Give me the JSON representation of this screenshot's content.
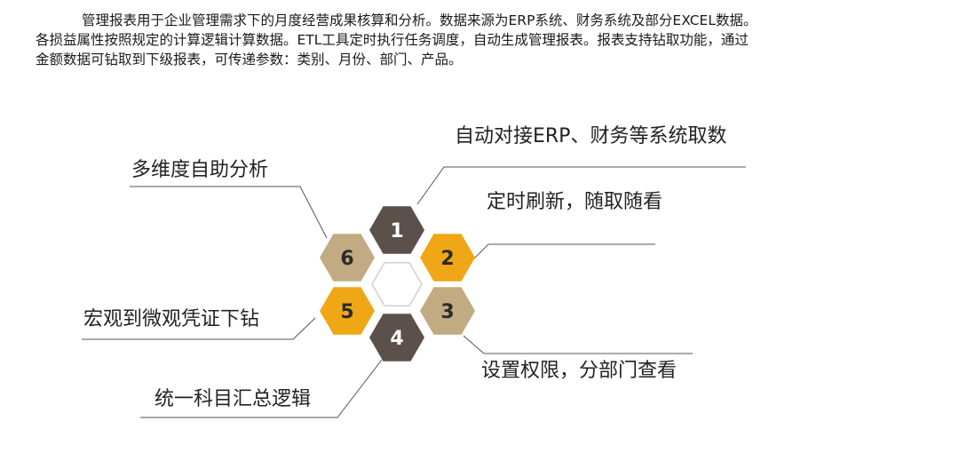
{
  "intro": {
    "line1": "管理报表用于企业管理需求下的月度经营成果核算和分析。数据来源为ERP系统、财务系统及部分EXCEL数据。",
    "line2": "各损益属性按照规定的计算逻辑计算数据。ETL工具定时执行任务调度，自动生成管理报表。报表支持钻取功能，通过",
    "line3": "金额数据可钻取到下级报表，可传递参数：类别、月份、部门、产品。"
  },
  "hexagons": [
    {
      "number": "1",
      "color": "#5c504b",
      "text_color": "#ffffff"
    },
    {
      "number": "2",
      "color": "#f0a716",
      "text_color": "#2b2b2b"
    },
    {
      "number": "3",
      "color": "#c2ab82",
      "text_color": "#2b2b2b"
    },
    {
      "number": "4",
      "color": "#5c504b",
      "text_color": "#ffffff"
    },
    {
      "number": "5",
      "color": "#f0a716",
      "text_color": "#2b2b2b"
    },
    {
      "number": "6",
      "color": "#c2ab82",
      "text_color": "#2b2b2b"
    }
  ],
  "labels": {
    "item1": "自动对接ERP、财务等系统取数",
    "item2": "定时刷新，随取随看",
    "item3": "设置权限，分部门查看",
    "item4": "统一科目汇总逻辑",
    "item5": "宏观到微观凭证下钻",
    "item6": "多维度自助分析"
  },
  "colors": {
    "line": "#555555",
    "center_outline": "#cfcfcf"
  }
}
